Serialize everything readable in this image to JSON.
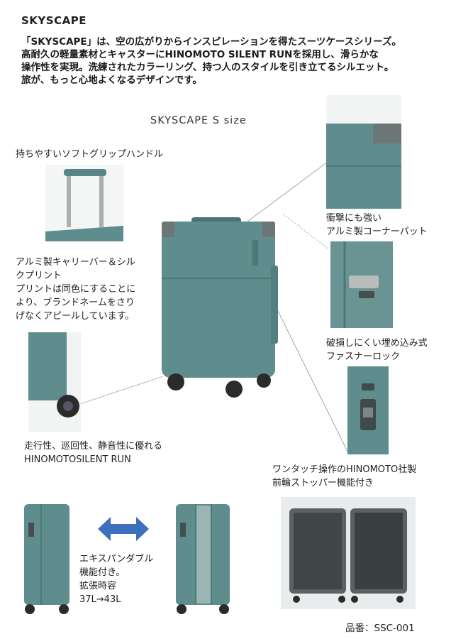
{
  "brand": "SKYSCAPE",
  "intro": [
    "「SKYSCAPE」は、空の広がりからインスピレーションを得たスーツケースシリーズ。",
    "高耐久の軽量素材とキャスターにHINOMOTO SILENT RUNを採用し、滑らかな",
    "操作性を実現。洗練されたカラーリング、持つ人のスタイルを引き立てるシルエット。",
    "旅が、もっと心地よくなるデザインです。"
  ],
  "product_title": "SKYSCAPE  S size",
  "features": {
    "handle": "持ちやすいソフトグリップハンドル",
    "carry_bar": [
      "アルミ製キャリーバー＆シル",
      "クプリント"
    ],
    "print_note": [
      "プリントは同色にすることに",
      "より、ブランドネームをさり",
      "げなくアピールしています。"
    ],
    "corner": [
      "衝撃にも強い",
      "アルミ製コーナーパット"
    ],
    "lock": [
      "破損しにくい埋め込み式",
      "ファスナーロック"
    ],
    "wheels": [
      "走行性、巡回性、静音性に優れる",
      "HINOMOTOSILENT RUN"
    ],
    "stopper": [
      "ワンタッチ操作のHINOMOTO社製",
      "前輪ストッパー機能付き"
    ],
    "expand": [
      "エキスパンダブル",
      "機能付き。",
      "拡張時容",
      "37L→43L"
    ]
  },
  "sku": "品番：SSC-001",
  "colors": {
    "body": "#5f8c8c",
    "body_dark": "#4a7474",
    "arrow": "#3e6fbf"
  }
}
